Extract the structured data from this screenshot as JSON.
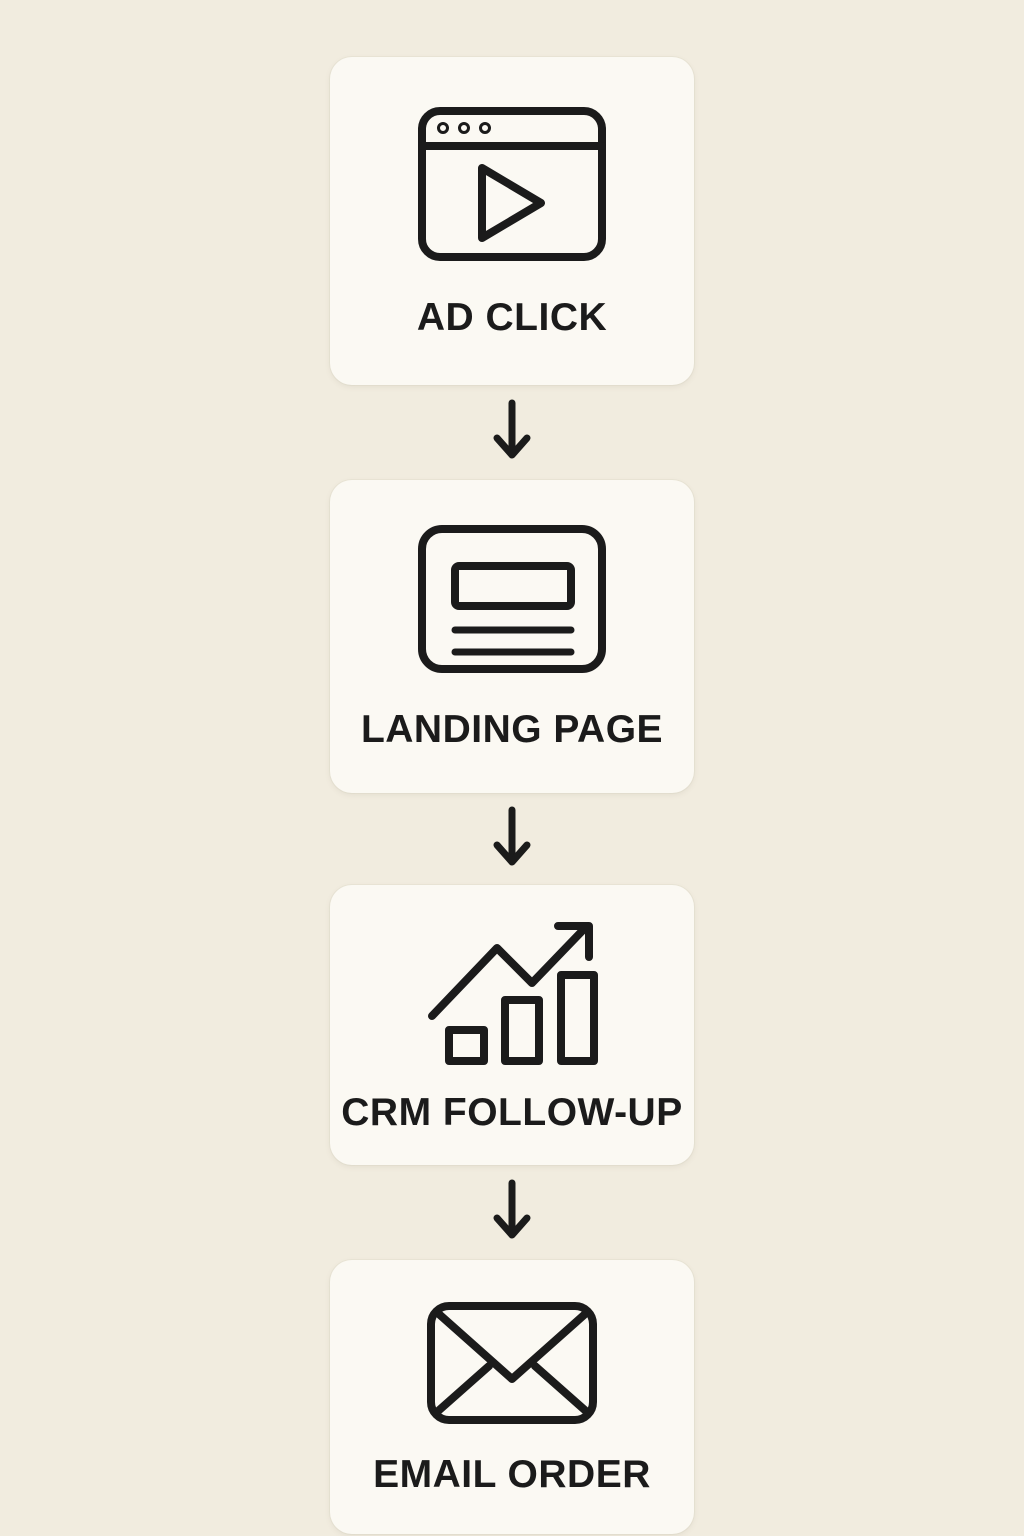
{
  "page": {
    "background_color": "#f1ecdf",
    "card_color": "#fbf9f3",
    "ink_color": "#1b1b1b"
  },
  "flow": {
    "type": "vertical-funnel-flowchart",
    "connector": "down-arrow",
    "steps": [
      {
        "label": "AD CLICK",
        "icon": "video-ad-browser-icon"
      },
      {
        "label": "LANDING PAGE",
        "icon": "landing-page-icon"
      },
      {
        "label": "CRM FOLLOW-UP",
        "icon": "growth-chart-icon"
      },
      {
        "label": "EMAIL ORDER",
        "icon": "email-envelope-icon"
      }
    ]
  }
}
